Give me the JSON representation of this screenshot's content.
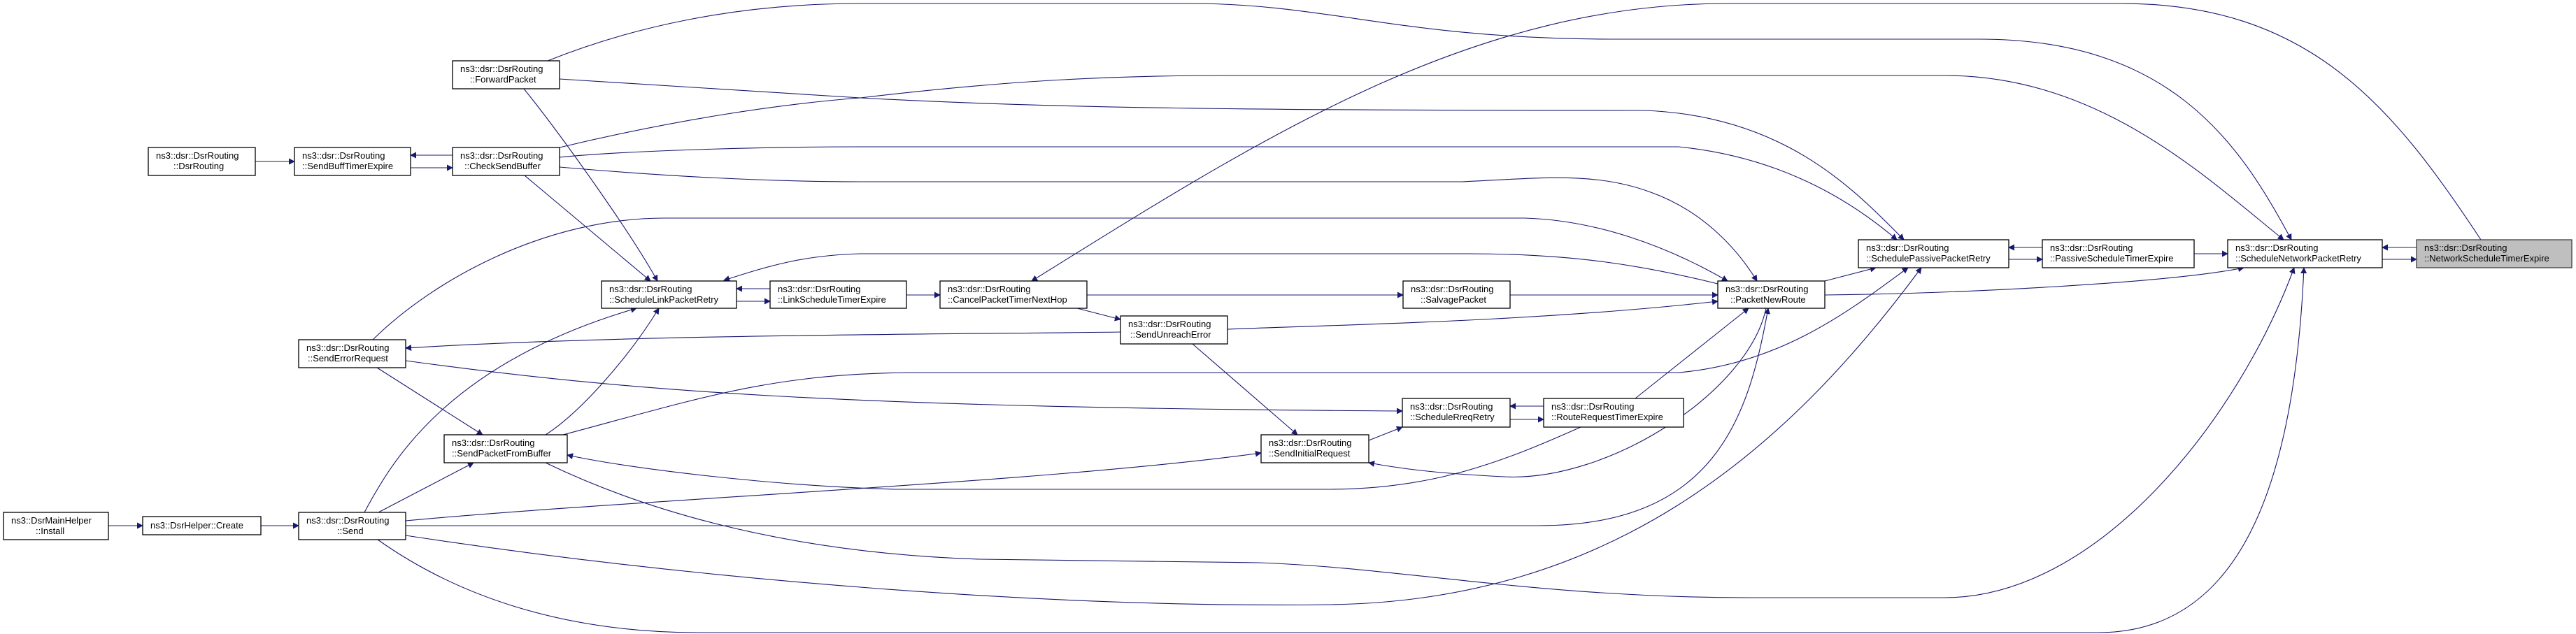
{
  "graph": {
    "type": "caller-graph",
    "edge_color": "#191970",
    "focus_fill": "#bfbfbf",
    "nodes": {
      "install": {
        "l1": "ns3::DsrMainHelper",
        "l2": "::Install"
      },
      "create": {
        "l1": "ns3::DsrHelper::Create"
      },
      "send": {
        "l1": "ns3::dsr::DsrRouting",
        "l2": "::Send"
      },
      "spfb": {
        "l1": "ns3::dsr::DsrRouting",
        "l2": "::SendPacketFromBuffer"
      },
      "ser": {
        "l1": "ns3::dsr::DsrRouting",
        "l2": "::SendErrorRequest"
      },
      "ctor": {
        "l1": "ns3::dsr::DsrRouting",
        "l2": "::DsrRouting"
      },
      "sbte": {
        "l1": "ns3::dsr::DsrRouting",
        "l2": "::SendBuffTimerExpire"
      },
      "csb": {
        "l1": "ns3::dsr::DsrRouting",
        "l2": "::CheckSendBuffer"
      },
      "fp": {
        "l1": "ns3::dsr::DsrRouting",
        "l2": "::ForwardPacket"
      },
      "slpr": {
        "l1": "ns3::dsr::DsrRouting",
        "l2": "::ScheduleLinkPacketRetry"
      },
      "lste": {
        "l1": "ns3::dsr::DsrRouting",
        "l2": "::LinkScheduleTimerExpire"
      },
      "cptnh": {
        "l1": "ns3::dsr::DsrRouting",
        "l2": "::CancelPacketTimerNextHop"
      },
      "sue": {
        "l1": "ns3::dsr::DsrRouting",
        "l2": "::SendUnreachError"
      },
      "salvage": {
        "l1": "ns3::dsr::DsrRouting",
        "l2": "::SalvagePacket"
      },
      "sir": {
        "l1": "ns3::dsr::DsrRouting",
        "l2": "::SendInitialRequest"
      },
      "srr": {
        "l1": "ns3::dsr::DsrRouting",
        "l2": "::ScheduleRreqRetry"
      },
      "rrte": {
        "l1": "ns3::dsr::DsrRouting",
        "l2": "::RouteRequestTimerExpire"
      },
      "pnr": {
        "l1": "ns3::dsr::DsrRouting",
        "l2": "::PacketNewRoute"
      },
      "sppr": {
        "l1": "ns3::dsr::DsrRouting",
        "l2": "::SchedulePassivePacketRetry"
      },
      "pste": {
        "l1": "ns3::dsr::DsrRouting",
        "l2": "::PassiveScheduleTimerExpire"
      },
      "snpr": {
        "l1": "ns3::dsr::DsrRouting",
        "l2": "::ScheduleNetworkPacketRetry"
      },
      "nste": {
        "l1": "ns3::dsr::DsrRouting",
        "l2": "::NetworkScheduleTimerExpire"
      }
    }
  }
}
